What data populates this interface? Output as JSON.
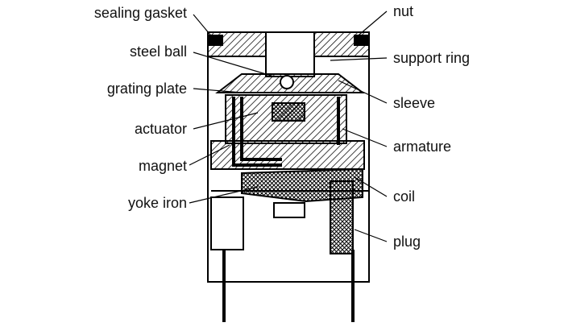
{
  "labels_left": [
    "sealing gasket",
    "steel ball",
    "grating plate",
    "actuator",
    "magnet",
    "yoke iron"
  ],
  "labels_right": [
    "nut",
    "support ring",
    "sleeve",
    "armature",
    "coil",
    "plug"
  ]
}
